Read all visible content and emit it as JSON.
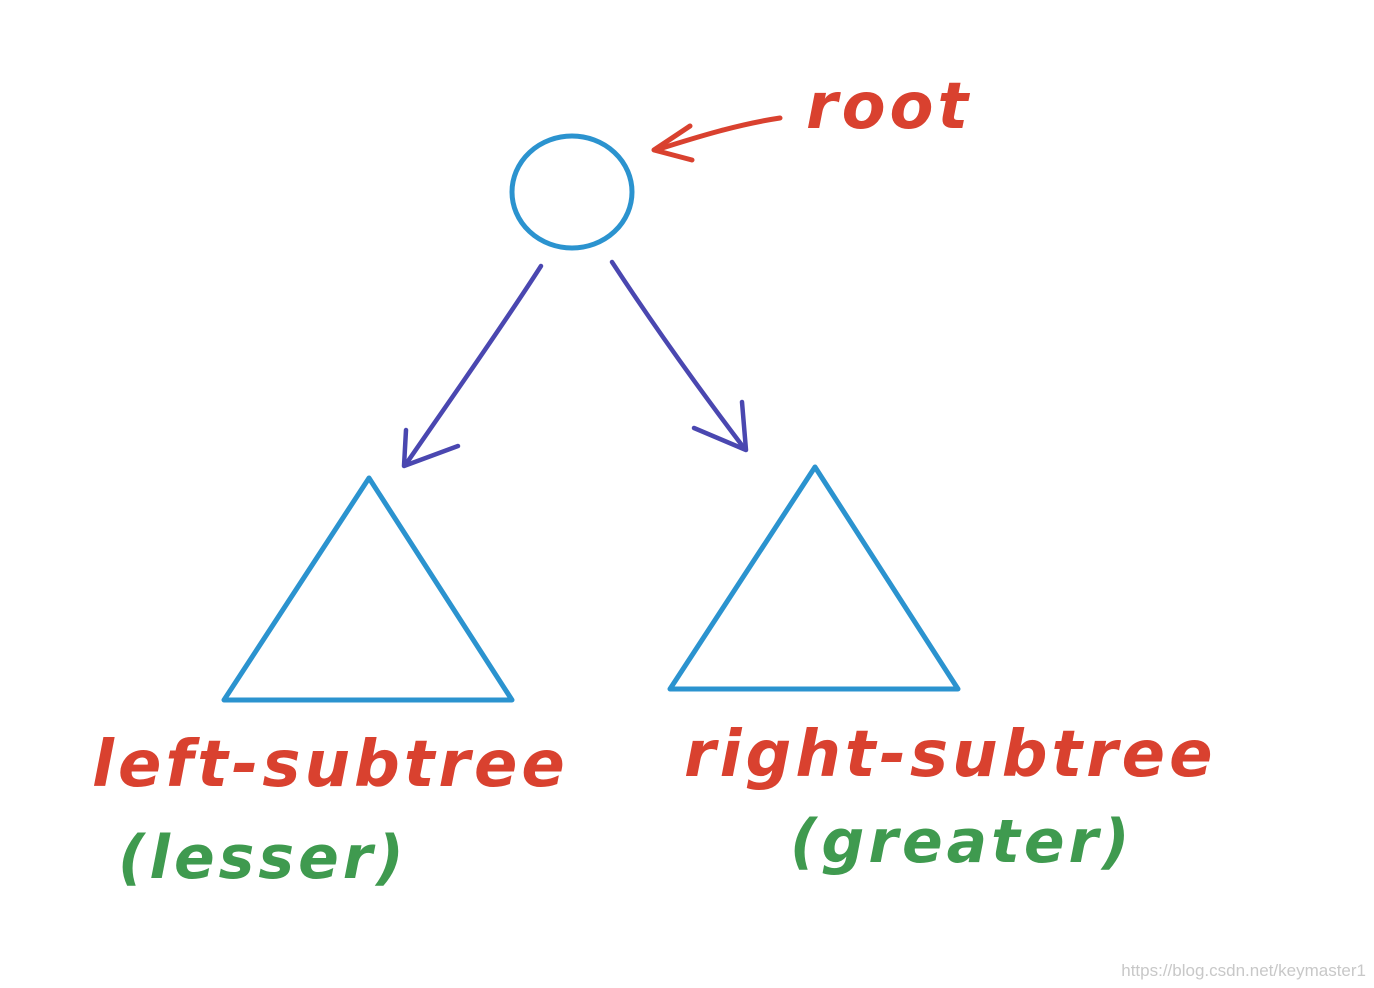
{
  "diagram": {
    "root_label": "root",
    "left": {
      "label": "left-subtree",
      "note": "(lesser)"
    },
    "right": {
      "label": "right-subtree",
      "note": "(greater)"
    }
  },
  "watermark": "https://blog.csdn.net/keymaster1",
  "colors": {
    "node": "#2b93cf",
    "edge": "#4a47b0",
    "label_red": "#d9412f",
    "label_green": "#3f9a4f",
    "watermark": "#c8c8c8"
  }
}
